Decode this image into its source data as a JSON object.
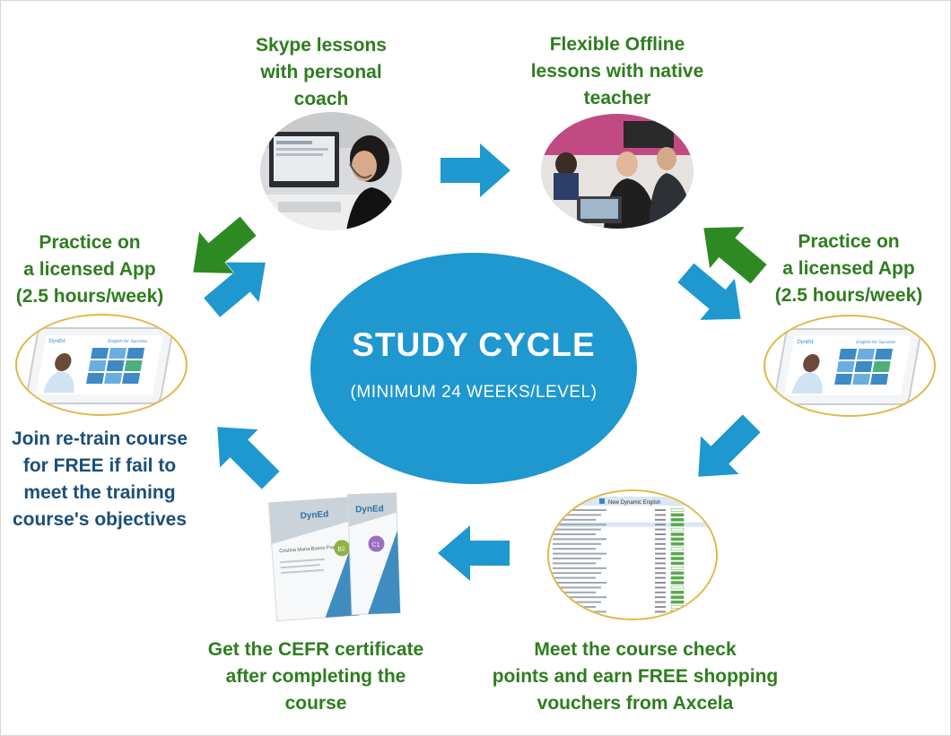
{
  "center": {
    "title": "STUDY CYCLE",
    "subtitle": "(MINIMUM 24 WEEKS/LEVEL)"
  },
  "labels": {
    "skype": "Skype lessons\nwith personal\ncoach",
    "offline": "Flexible Offline\nlessons with native\nteacher",
    "app_left": "Practice on\na licensed App\n(2.5 hours/week)",
    "app_right": "Practice on\na licensed App\n(2.5 hours/week)",
    "retrain": "Join  re-train course\nfor FREE if fail to\nmeet the training\ncourse's objectives",
    "certificate": "Get the CEFR certificate\nafter completing the\ncourse",
    "checkpoints": "Meet the course check\npoints and earn FREE shopping\nvouchers from Axcela"
  },
  "certificate": {
    "brand": "DynEd",
    "name": "Cristina Maria Bueno Paz",
    "level_1": "B2",
    "level_2": "C1"
  },
  "app_screen": {
    "brand": "DynEd",
    "heading": "English for Success"
  },
  "report": {
    "title": "New Dynamic English"
  },
  "colors": {
    "green": "#2e7d1f",
    "blue_arrow": "#1f97cf",
    "green_arrow": "#2d8a22",
    "center": "#1f97cf",
    "dark_blue_text": "#1a4f7a"
  }
}
